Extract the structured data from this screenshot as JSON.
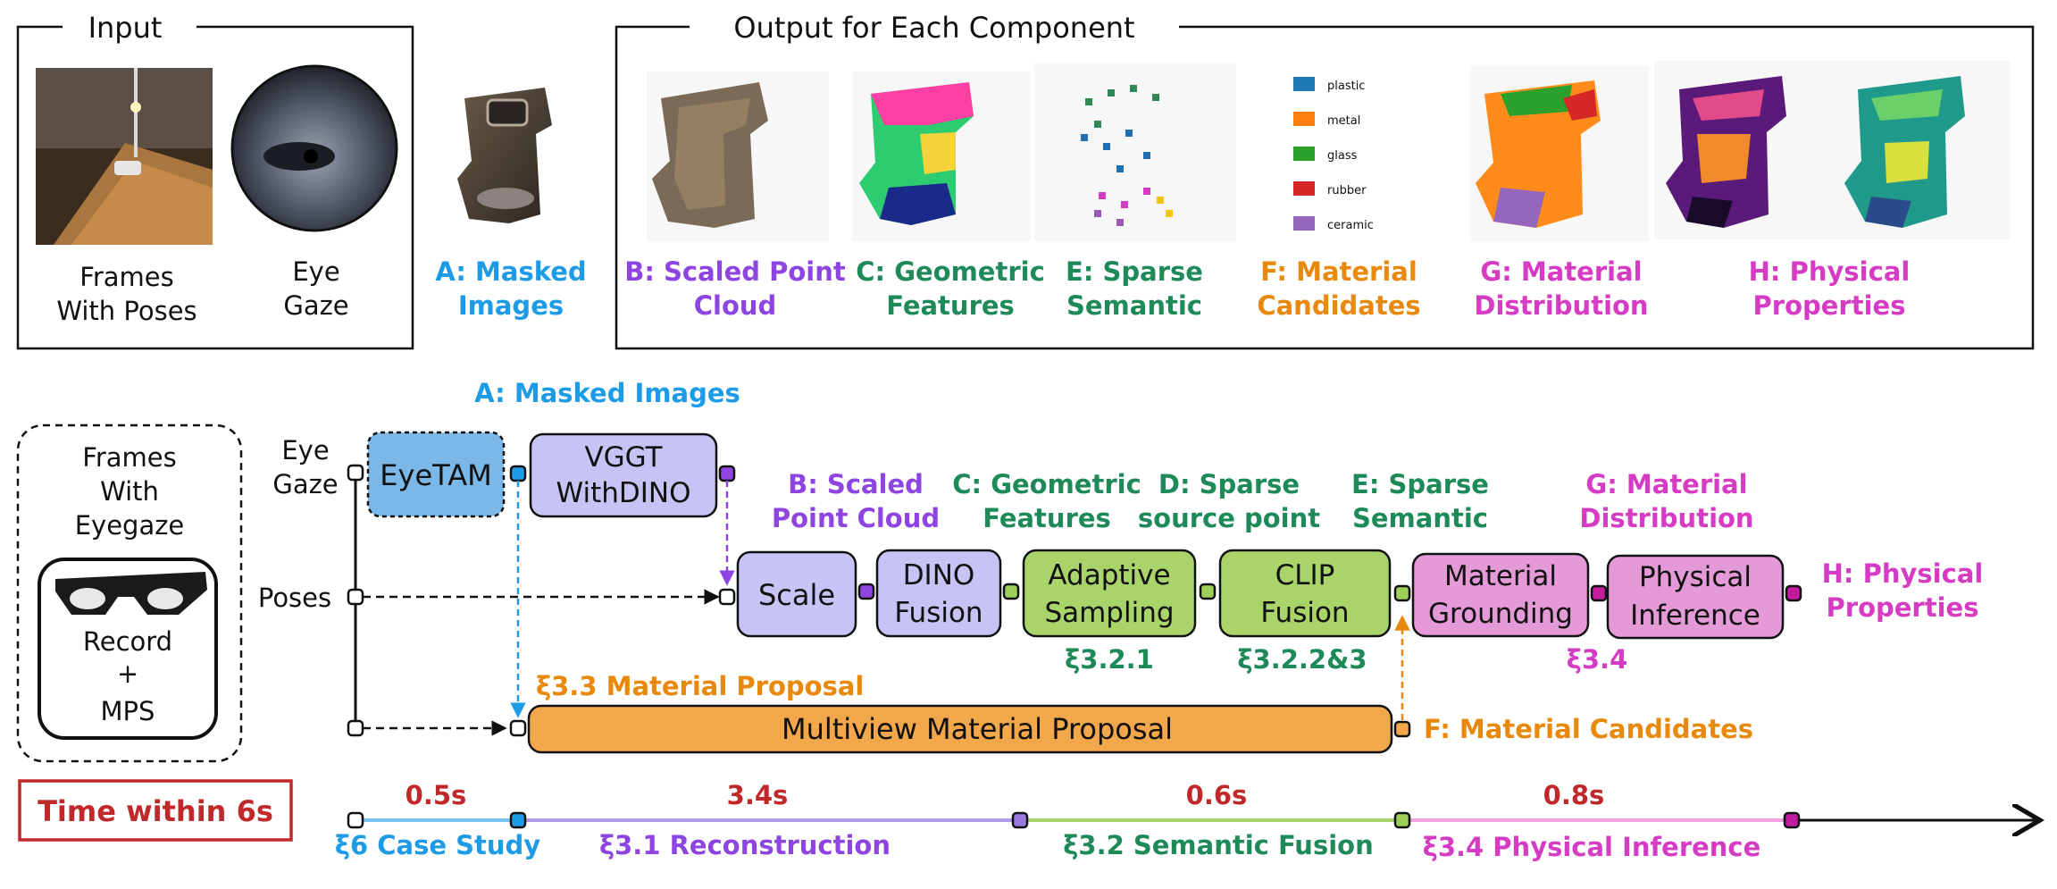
{
  "input_panel": {
    "title": "Input",
    "frames_label_1": "Frames",
    "frames_label_2": "With Poses",
    "gaze_label_1": "Eye",
    "gaze_label_2": "Gaze"
  },
  "masked_label_1": "A: Masked",
  "masked_label_2": "Images",
  "output_panel": {
    "title": "Output for Each Component",
    "legend": [
      "plastic",
      "metal",
      "glass",
      "rubber",
      "ceramic"
    ],
    "labels": [
      {
        "l1": "B: Scaled Point",
        "l2": "Cloud"
      },
      {
        "l1": "C: Geometric",
        "l2": "Features"
      },
      {
        "l1": "E: Sparse",
        "l2": "Semantic"
      },
      {
        "l1": "F: Material",
        "l2": "Candidates"
      },
      {
        "l1": "G: Material",
        "l2": "Distribution"
      },
      {
        "l1": "H: Physical",
        "l2": "Properties"
      }
    ]
  },
  "device_box": {
    "l1": "Frames",
    "l2": "With",
    "l3": "Eyegaze",
    "r1": "Record",
    "r2": "+",
    "r3": "MPS"
  },
  "pipeline": {
    "top_label": "A: Masked Images",
    "eye_gaze_1": "Eye",
    "eye_gaze_2": "Gaze",
    "poses": "Poses",
    "eyetam": "EyeTAM",
    "vggt_1": "VGGT",
    "vggt_2": "WithDINO",
    "scale": "Scale",
    "dino_1": "DINO",
    "dino_2": "Fusion",
    "adaptive_1": "Adaptive",
    "adaptive_2": "Sampling",
    "clip_1": "CLIP",
    "clip_2": "Fusion",
    "mat_ground_1": "Material",
    "mat_ground_2": "Grounding",
    "phys_inf_1": "Physical",
    "phys_inf_2": "Inference",
    "multiview": "Multiview Material Proposal",
    "lbl_b_1": "B: Scaled",
    "lbl_b_2": "Point Cloud",
    "lbl_c_1": "C: Geometric",
    "lbl_c_2": "Features",
    "lbl_d_1": "D: Sparse",
    "lbl_d_2": "source point",
    "lbl_e_1": "E: Sparse",
    "lbl_e_2": "Semantic",
    "lbl_g_1": "G: Material",
    "lbl_g_2": "Distribution",
    "lbl_h_1": "H:  Physical",
    "lbl_h_2": "Properties",
    "sec_321": "ξ3.2.1",
    "sec_3223": "ξ3.2.2&3",
    "sec_34": "ξ3.4",
    "sec_33": "ξ3.3 Material Proposal",
    "f_cand": "F: Material Candidates"
  },
  "timeline": {
    "time_box": "Time within 6s",
    "t1": "0.5s",
    "t2": "3.4s",
    "t3": "0.6s",
    "t4": "0.8s",
    "s1": "ξ6 Case Study",
    "s2": "ξ3.1 Reconstruction",
    "s3": "ξ3.2 Semantic Fusion",
    "s4": "ξ3.4 Physical Inference"
  },
  "colors": {
    "blue": "#1e9be6",
    "purple": "#8e44e0",
    "green": "#1e8a5a",
    "orange": "#e8890c",
    "magenta": "#d63bc3",
    "red": "#c0282a"
  }
}
